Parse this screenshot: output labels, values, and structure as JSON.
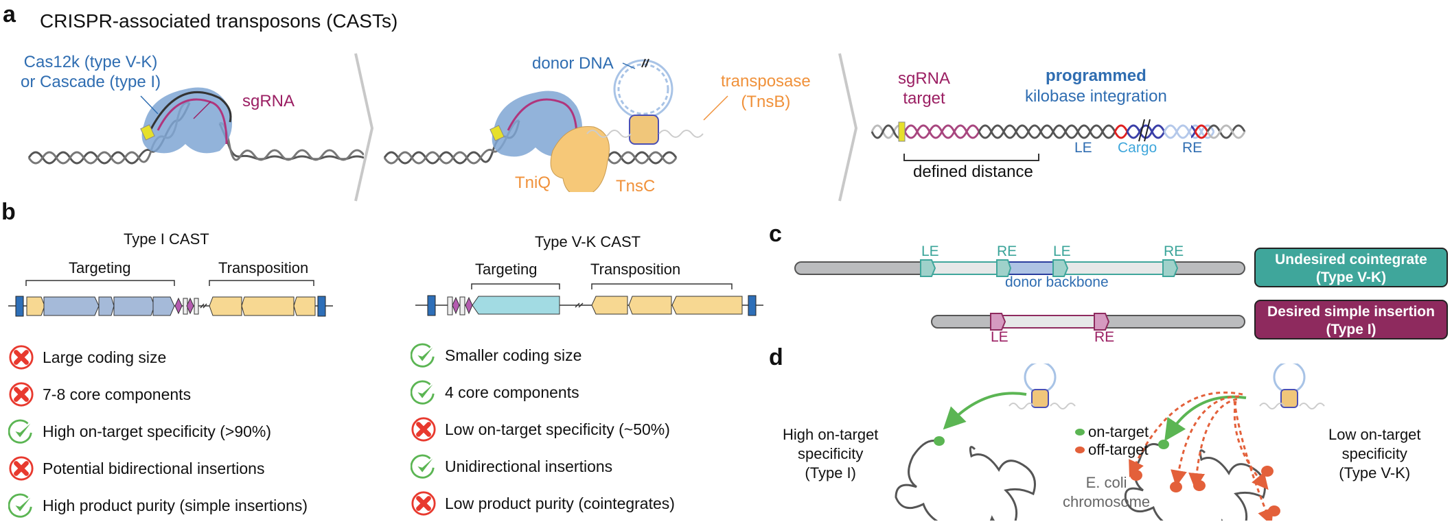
{
  "panel_a": {
    "letter": "a",
    "title": "CRISPR-associated transposons (CASTs)",
    "step1": {
      "cas_label_line1": "Cas12k (type V-K)",
      "cas_label_line2": "or Cascade (type I)",
      "sgrna_label": "sgRNA"
    },
    "step2": {
      "donor_label": "donor DNA",
      "transposase_line1": "transposase",
      "transposase_line2": "(TnsB)",
      "tniq_label": "TniQ",
      "tnsc_label": "TnsC"
    },
    "step3": {
      "sgrna_target_line1": "sgRNA",
      "sgrna_target_line2": "target",
      "programmed": "programmed",
      "kilobase": "kilobase integration",
      "le": "LE",
      "cargo": "Cargo",
      "re": "RE",
      "defined_distance": "defined distance"
    }
  },
  "panel_b": {
    "letter": "b",
    "type1": {
      "title": "Type I CAST",
      "targeting": "Targeting",
      "transposition": "Transposition",
      "features": [
        {
          "status": "cross",
          "text": "Large coding size"
        },
        {
          "status": "cross",
          "text": "7-8 core components"
        },
        {
          "status": "check",
          "text": "High on-target specificity (>90%)"
        },
        {
          "status": "cross",
          "text": "Potential bidirectional insertions"
        },
        {
          "status": "check",
          "text": "High product purity (simple insertions)"
        }
      ]
    },
    "typeVK": {
      "title": "Type V-K CAST",
      "targeting": "Targeting",
      "transposition": "Transposition",
      "features": [
        {
          "status": "check",
          "text": "Smaller coding size"
        },
        {
          "status": "check",
          "text": "4 core components"
        },
        {
          "status": "cross",
          "text": "Low on-target specificity (~50%)"
        },
        {
          "status": "check",
          "text": "Unidirectional insertions"
        },
        {
          "status": "cross",
          "text": "Low product purity (cointegrates)"
        }
      ]
    }
  },
  "panel_c": {
    "letter": "c",
    "cointegrate": {
      "labels": [
        "LE",
        "RE",
        "LE",
        "RE"
      ],
      "backbone_label": "donor backbone",
      "badge_line1": "Undesired cointegrate",
      "badge_line2": "(Type V-K)",
      "color": "#3fa69b"
    },
    "simple": {
      "labels": [
        "LE",
        "RE"
      ],
      "badge_line1": "Desired simple insertion",
      "badge_line2": "(Type I)",
      "color": "#8e2a5e"
    }
  },
  "panel_d": {
    "letter": "d",
    "left_line1": "High on-target",
    "left_line2": "specificity",
    "left_line3": "(Type I)",
    "legend_on": "on-target",
    "legend_off": "off-target",
    "chromosome_line1": "E. coli",
    "chromosome_line2": "chromosome",
    "right_line1": "Low on-target",
    "right_line2": "specificity",
    "right_line3": "(Type V-K)",
    "on_color": "#5bb553",
    "off_color": "#e3603a"
  },
  "icons": {
    "check_color": "#5bb553",
    "cross_color": "#e8392e"
  }
}
